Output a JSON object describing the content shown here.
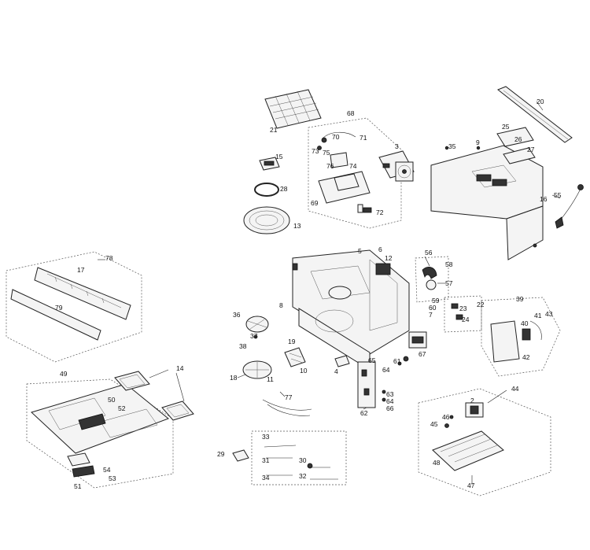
{
  "callouts": {
    "c2": "2",
    "c3": "3",
    "c4": "4",
    "c5": "5",
    "c6": "6",
    "c7": "7",
    "c8": "8",
    "c9": "9",
    "c10": "10",
    "c11": "11",
    "c12": "12",
    "c13": "13",
    "c14": "14",
    "c15": "15",
    "c16": "16",
    "c17": "17",
    "c18": "18",
    "c19": "19",
    "c20": "20",
    "c21": "21",
    "c22": "22",
    "c23": "23",
    "c24": "24",
    "c25": "25",
    "c26": "26",
    "c27": "27",
    "c28": "28",
    "c29": "29",
    "c30": "30",
    "c31": "31",
    "c32": "32",
    "c33": "33",
    "c34": "34",
    "c35": "35",
    "c36": "36",
    "c37": "37",
    "c38": "38",
    "c39": "39",
    "c40": "40",
    "c41": "41",
    "c42": "42",
    "c43": "43",
    "c44": "44",
    "c45": "45",
    "c46": "46",
    "c47": "47",
    "c48": "48",
    "c49": "49",
    "c50": "50",
    "c51": "51",
    "c52": "52",
    "c53": "53",
    "c54": "54",
    "c55": "55",
    "c56": "56",
    "c57": "57",
    "c58": "58",
    "c59": "59",
    "c60": "60",
    "c61": "61",
    "c62": "62",
    "c63": "63",
    "c64a": "64",
    "c64b": "64",
    "c65": "65",
    "c66": "66",
    "c67": "67",
    "c68": "68",
    "c69": "69",
    "c70": "70",
    "c71": "71",
    "c72": "72",
    "c73": "73",
    "c74": "74",
    "c75": "75",
    "c76": "76",
    "c77": "77",
    "c78": "78",
    "c79": "79"
  }
}
